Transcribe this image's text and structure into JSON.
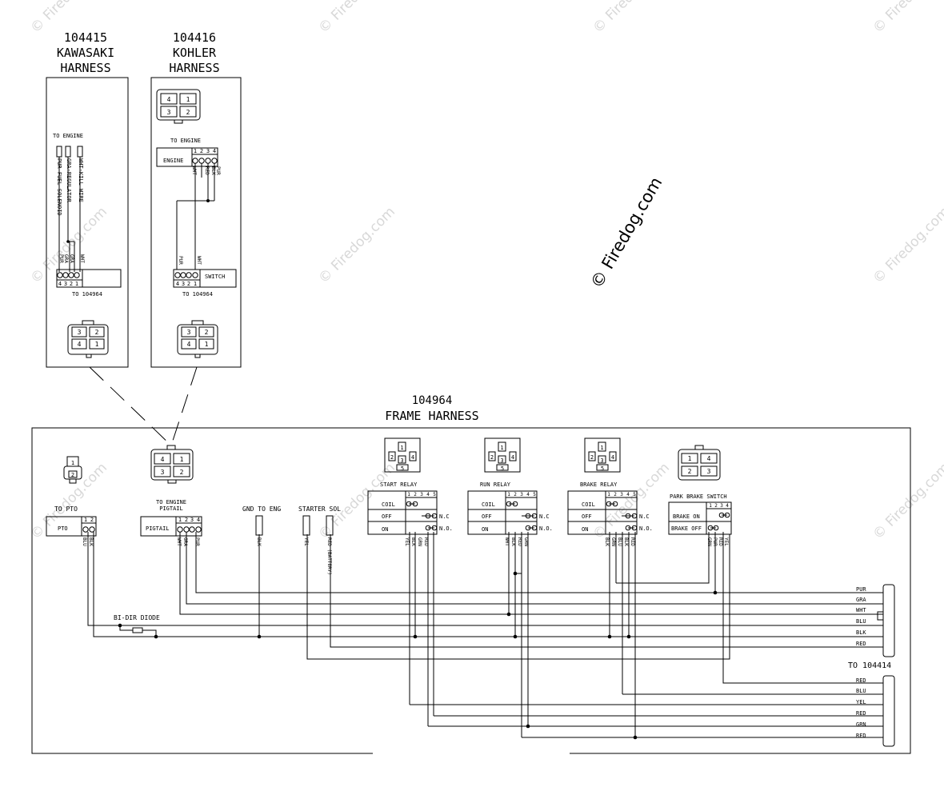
{
  "watermark": "© Firedog.com",
  "kawasaki": {
    "part": "104415",
    "name1": "KAWASAKI",
    "name2": "HARNESS",
    "to_engine": "TO ENGINE",
    "wires": [
      "PUR-FUEL SOLENOID",
      "GRA-REGULATOR",
      "WHT-KILL WIRE"
    ],
    "bottom_wires": [
      "PUR",
      "GRA",
      "GRA",
      "WHT"
    ],
    "pins": [
      "4",
      "3",
      "2",
      "1"
    ],
    "to_label": "TO 104964",
    "connector": [
      "3",
      "2",
      "4",
      "1"
    ]
  },
  "kohler": {
    "part": "104416",
    "name1": "KOHLER",
    "name2": "HARNESS",
    "top_connector": [
      "4",
      "1",
      "3",
      "2"
    ],
    "to_engine": "TO ENGINE",
    "engine_label": "ENGINE",
    "top_pins": [
      "1",
      "2",
      "3",
      "4"
    ],
    "top_wires": [
      "WHT",
      "RED",
      "BLK",
      "PUR"
    ],
    "bottom_wires": [
      "PUR",
      "WHT"
    ],
    "pins": [
      "4",
      "3",
      "2",
      "1"
    ],
    "switch_label": "SWITCH",
    "to_label": "TO 104964",
    "connector": [
      "3",
      "2",
      "4",
      "1"
    ]
  },
  "frame": {
    "part": "104964",
    "name": "FRAME HARNESS",
    "pto": {
      "to": "TO PTO",
      "label": "PTO",
      "pins": [
        "1",
        "2"
      ],
      "wires": [
        "BLU",
        "BLK"
      ],
      "connector": [
        "1",
        "2"
      ]
    },
    "pigtail": {
      "to1": "TO ENGINE",
      "to2": "PIGTAIL",
      "label": "PIGTAIL",
      "pins": [
        "1",
        "2",
        "3",
        "4"
      ],
      "wires": [
        "WHT",
        "GRA",
        "PUR"
      ],
      "connector": [
        "4",
        "1",
        "3",
        "2"
      ]
    },
    "gnd": {
      "label": "GND TO ENG",
      "wire": "BLK"
    },
    "starter": {
      "label": "STARTER SOL",
      "wires": [
        "YEL",
        "RED (BATTERY)"
      ]
    },
    "diode": "BI-DIR DIODE",
    "relays": [
      {
        "name": "START RELAY",
        "wires": [
          "YEL",
          "BLK",
          "GRN",
          "RED"
        ]
      },
      {
        "name": "RUN RELAY",
        "wires": [
          "WHT",
          "BLK",
          "RED",
          "GRN"
        ]
      },
      {
        "name": "BRAKE RELAY",
        "wires": [
          "BLK",
          "GRN",
          "BLU",
          "BLK",
          "RED"
        ]
      }
    ],
    "relay_rows": [
      "COIL",
      "OFF",
      "ON"
    ],
    "relay_pins": [
      "1",
      "2",
      "3",
      "4",
      "5"
    ],
    "relay_nc": "N.C",
    "relay_no": "N.O.",
    "relay_connector": [
      "1",
      "2",
      "3",
      "4",
      "5"
    ],
    "park": {
      "name": "PARK BRAKE SWITCH",
      "rows": [
        "BRAKE ON",
        "BRAKE OFF"
      ],
      "pins": [
        "1",
        "2",
        "3",
        "4"
      ],
      "wires": [
        "GRN",
        "PUR",
        "RED",
        "YEL"
      ],
      "connector": [
        "1",
        "4",
        "2",
        "3"
      ]
    },
    "right_wires_1": [
      "PUR",
      "GRA",
      "WHT",
      "BLU",
      "BLK",
      "RED"
    ],
    "to_label": "TO 104414",
    "right_wires_2": [
      "RED",
      "BLU",
      "YEL",
      "RED",
      "GRN",
      "RED"
    ]
  }
}
